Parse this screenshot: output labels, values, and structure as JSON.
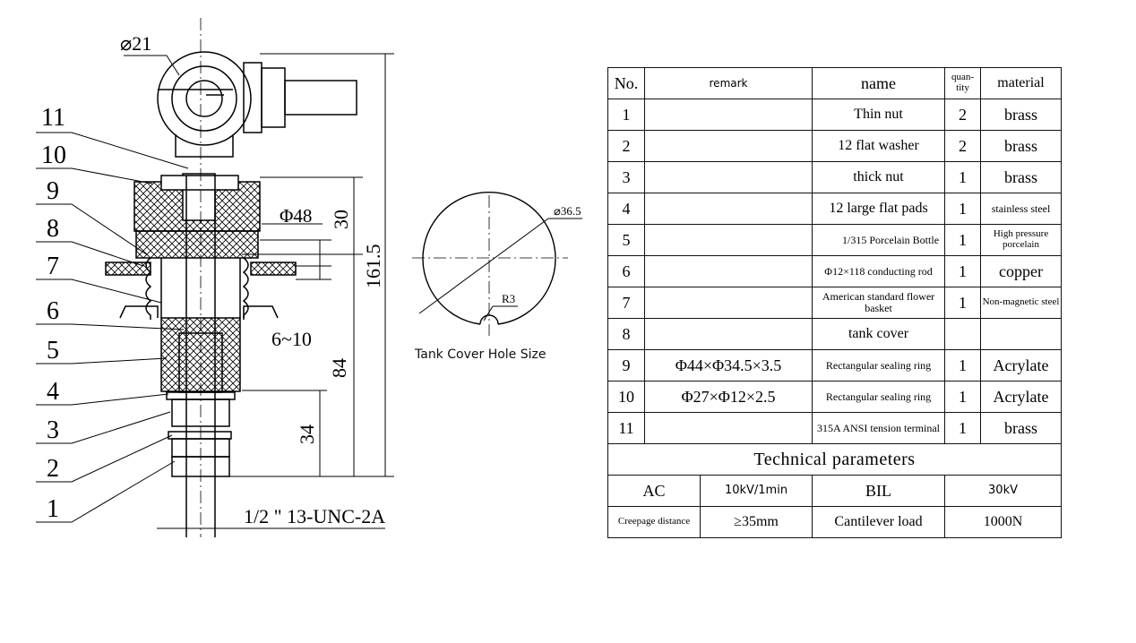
{
  "drawing": {
    "callouts": [
      "11",
      "10",
      "9",
      "8",
      "7",
      "6",
      "5",
      "4",
      "3",
      "2",
      "1"
    ],
    "dims": {
      "d21": "⌀21",
      "phi48": "Φ48",
      "d30": "30",
      "d161": "161.5",
      "d6_10": "6~10",
      "d84": "84",
      "d34": "34",
      "thread": "1/2 \" 13-UNC-2A"
    }
  },
  "hole": {
    "diameter": "⌀36.5",
    "radius": "R3",
    "caption": "Tank Cover Hole Size"
  },
  "bom": {
    "headers": {
      "no": "No.",
      "remark": "remark",
      "name": "name",
      "quantity": "quan-tity",
      "material": "material"
    },
    "rows": [
      {
        "no": "1",
        "remark": "",
        "name": "Thin nut",
        "qty": "2",
        "material": "brass"
      },
      {
        "no": "2",
        "remark": "",
        "name": "12 flat washer",
        "qty": "2",
        "material": "brass"
      },
      {
        "no": "3",
        "remark": "",
        "name": "thick nut",
        "qty": "1",
        "material": "brass"
      },
      {
        "no": "4",
        "remark": "",
        "name": "12 large flat pads",
        "qty": "1",
        "material": "stainless steel"
      },
      {
        "no": "5",
        "remark": "",
        "name": "1/315 Porcelain Bottle",
        "qty": "1",
        "material": "High pressure porcelain"
      },
      {
        "no": "6",
        "remark": "",
        "name": "Φ12×118 conducting rod",
        "qty": "1",
        "material": "copper"
      },
      {
        "no": "7",
        "remark": "",
        "name": "American standard flower basket",
        "qty": "1",
        "material": "Non-magnetic steel"
      },
      {
        "no": "8",
        "remark": "",
        "name": "tank cover",
        "qty": "",
        "material": ""
      },
      {
        "no": "9",
        "remark": "Φ44×Φ34.5×3.5",
        "name": "Rectangular sealing ring",
        "qty": "1",
        "material": "Acrylate"
      },
      {
        "no": "10",
        "remark": "Φ27×Φ12×2.5",
        "name": "Rectangular sealing ring",
        "qty": "1",
        "material": "Acrylate"
      },
      {
        "no": "11",
        "remark": "",
        "name": "315A ANSI tension terminal",
        "qty": "1",
        "material": "brass"
      }
    ],
    "tech_title": "Technical parameters",
    "tech": {
      "ac_label": "AC",
      "ac_value": "10kV/1min",
      "bil_label": "BIL",
      "bil_value": "30kV",
      "creepage_label": "Creepage distance",
      "creepage_value": "≥35mm",
      "cantilever_label": "Cantilever load",
      "cantilever_value": "1000N"
    }
  }
}
